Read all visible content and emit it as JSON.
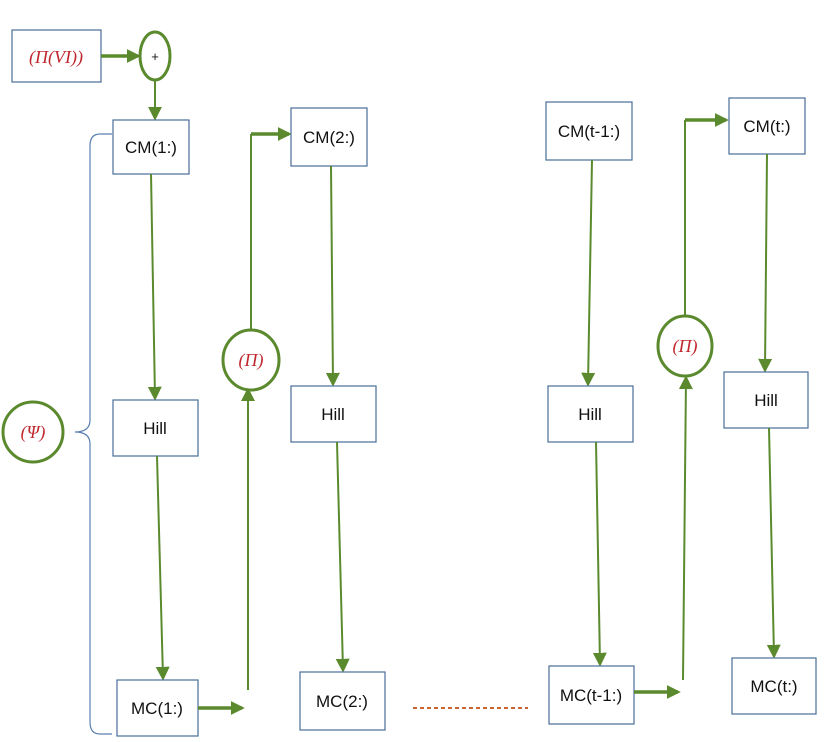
{
  "input_label": "(Π(VI))",
  "adder_label": "+",
  "psi_label": "(Ψ)",
  "pi_label_1": "(Π)",
  "pi_label_2": "(Π)",
  "columns": [
    {
      "cm": "CM(1:)",
      "hill": "Hill",
      "mc": "MC(1:)"
    },
    {
      "cm": "CM(2:)",
      "hill": "Hill",
      "mc": "MC(2:)"
    },
    {
      "cm": "CM(t-1:)",
      "hill": "Hill",
      "mc": "MC(t-1:)"
    },
    {
      "cm": "CM(t:)",
      "hill": "Hill",
      "mc": "MC(t:)"
    }
  ],
  "colors": {
    "flow": "#5b8a2e",
    "box_border": "#4a6f9a",
    "symbol": "#c0262d",
    "ellipsis": "#c8652c"
  }
}
